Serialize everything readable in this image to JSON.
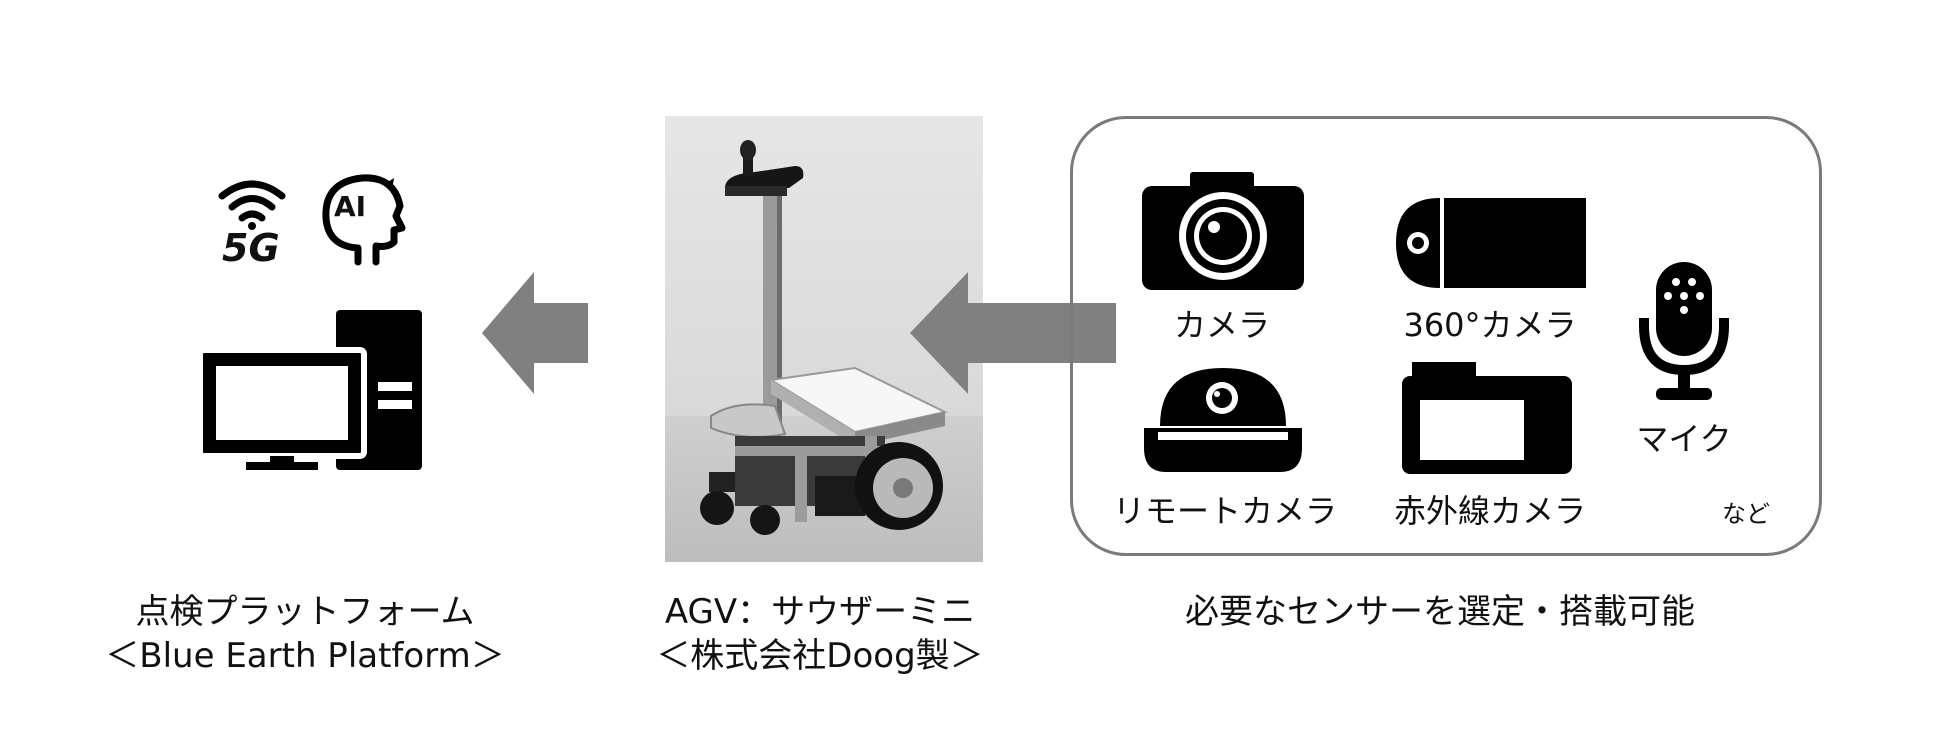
{
  "platform": {
    "badge_5g": "5G",
    "badge_ai": "AI",
    "caption_line1": "点検プラットフォーム",
    "caption_line2": "＜Blue Earth Platform＞",
    "icons": [
      "wifi-icon",
      "ai-head-icon",
      "computer-icon"
    ]
  },
  "agv": {
    "caption_line1": "AGV：サウザーミニ",
    "caption_line2": "＜株式会社Doog製＞"
  },
  "sensors": {
    "items": [
      {
        "label": "カメラ",
        "icon": "camera-icon"
      },
      {
        "label": "360°カメラ",
        "icon": "camera-360-icon"
      },
      {
        "label": "マイク",
        "icon": "microphone-icon"
      },
      {
        "label": "リモートカメラ",
        "icon": "dome-camera-icon"
      },
      {
        "label": "赤外線カメラ",
        "icon": "infrared-camera-icon"
      }
    ],
    "etc": "など",
    "caption": "必要なセンサーを選定・搭載可能"
  },
  "colors": {
    "arrow": "#808080",
    "icon": "#000000",
    "panel_border": "#7a7a7a"
  }
}
